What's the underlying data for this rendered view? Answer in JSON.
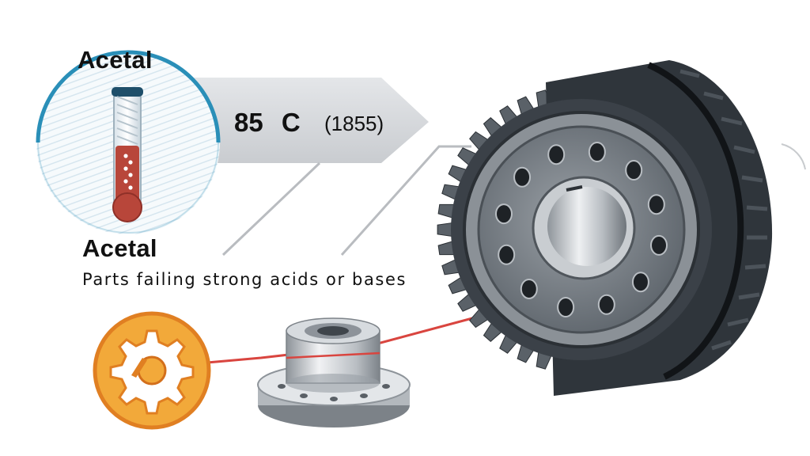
{
  "labels": {
    "title_top": "Acetal",
    "title_bottom": "Acetal",
    "caption": "Parts failing strong acids or bases",
    "temperature": "85 C",
    "temperature_note": "(1855)"
  },
  "icons": {
    "thermometer": "thermometer-icon",
    "gear_badge": "gear-icon"
  },
  "colors": {
    "circle_ring": "#2a8fb8",
    "mercury": "#b8463a",
    "badge_fill": "#f2a93a",
    "badge_ring": "#e07f22",
    "arrow": "#d4d6d9",
    "connector_red": "#d9453f",
    "gear_dark": "#3b4148"
  }
}
